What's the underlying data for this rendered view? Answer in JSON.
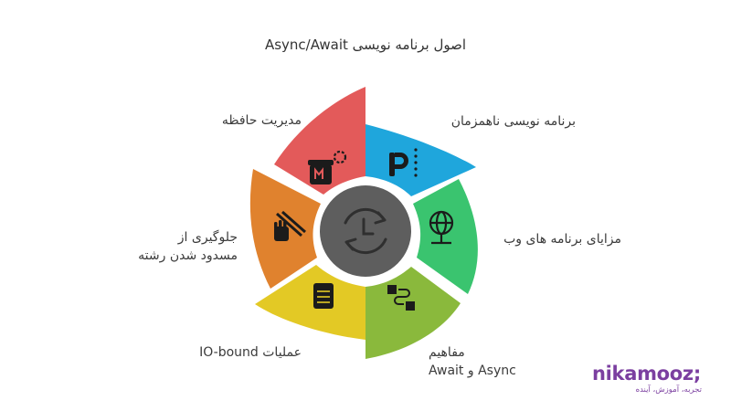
{
  "title": "اصول برنامه نویسی Async/Await",
  "segments": [
    {
      "id": "async-programming",
      "label": "برنامه نویسی ناهمزمان",
      "color": "#1fa6dc",
      "icon": "parking-icon"
    },
    {
      "id": "web-benefits",
      "label": "مزایای برنامه های وب",
      "color": "#3ac46f",
      "icon": "globe-network-icon"
    },
    {
      "id": "concepts",
      "label": "مفاهیم\nAsync و Await",
      "color": "#8ab93c",
      "icon": "workflow-icon"
    },
    {
      "id": "io-bound",
      "label": "عملیات IO-bound",
      "color": "#e3c925",
      "icon": "database-icon"
    },
    {
      "id": "prevent-blocking",
      "label": "جلوگیری از\nمسدود شدن رشته",
      "color": "#e0822e",
      "icon": "hand-stop-icon"
    },
    {
      "id": "memory-management",
      "label": "مدیریت حافظه",
      "color": "#e35a5a",
      "icon": "memory-jar-icon"
    }
  ],
  "center": {
    "icon": "clock-refresh-icon",
    "color": "#5e5e5e"
  },
  "brand": {
    "name": "nikamooz;",
    "tagline": "تجربه، آموزش، آینده"
  }
}
